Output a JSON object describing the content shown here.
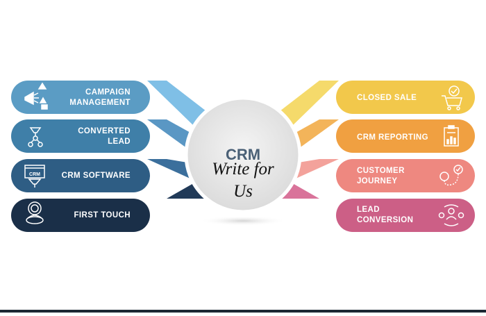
{
  "center": {
    "line1": "CRM",
    "line2": "Write for",
    "line3": "Us"
  },
  "left_items": [
    {
      "line1": "CAMPAIGN",
      "line2": "MANAGEMENT",
      "icon": "megaphone-icon",
      "color": "#5b9cc4",
      "arm_color": "#7fbfe6"
    },
    {
      "line1": "CONVERTED",
      "line2": "LEAD",
      "icon": "funnel-network-icon",
      "color": "#3f7fa8",
      "arm_color": "#5a97c4"
    },
    {
      "line1": "CRM SOFTWARE",
      "line2": "",
      "icon": "crm-window-icon",
      "color": "#2e5d84",
      "arm_color": "#3b6f9c"
    },
    {
      "line1": "FIRST TOUCH",
      "line2": "",
      "icon": "touch-person-icon",
      "color": "#1a2f48",
      "arm_color": "#213a58"
    }
  ],
  "right_items": [
    {
      "line1": "CLOSED SALE",
      "line2": "",
      "icon": "cart-check-icon",
      "color": "#f2c84b",
      "arm_color": "#f5da6b"
    },
    {
      "line1": "CRM REPORTING",
      "line2": "",
      "icon": "report-chart-icon",
      "color": "#f0a041",
      "arm_color": "#f3b45a"
    },
    {
      "line1": "CUSTOMER",
      "line2": "JOURNEY",
      "icon": "journey-path-icon",
      "color": "#ee8880",
      "arm_color": "#f3a29b"
    },
    {
      "line1": "LEAD",
      "line2": "CONVERSION",
      "icon": "person-exchange-icon",
      "color": "#cc5f86",
      "arm_color": "#d9739a"
    }
  ]
}
